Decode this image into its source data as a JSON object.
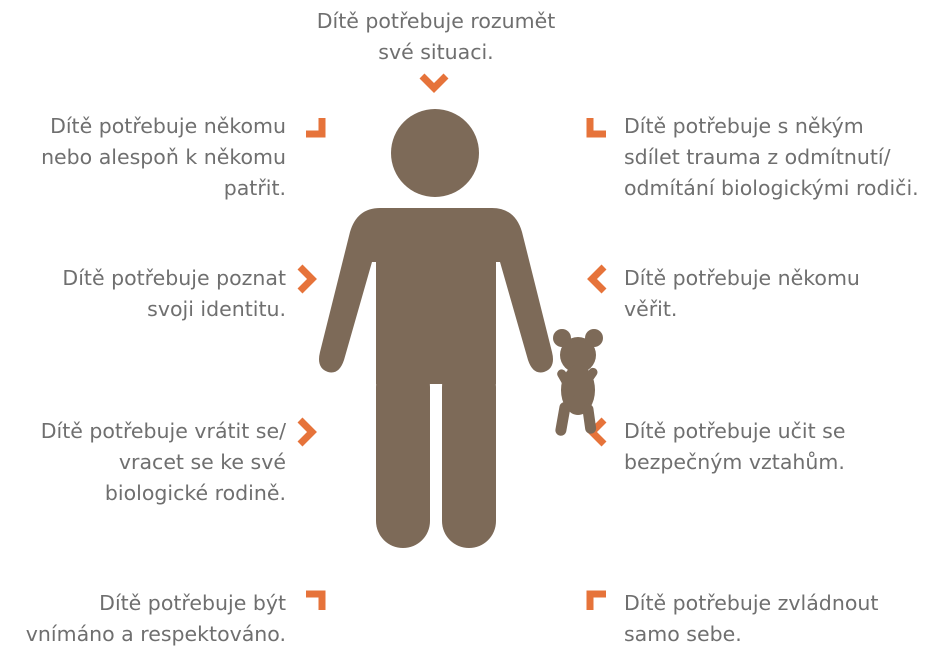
{
  "colors": {
    "text": "#6f6f6f",
    "accent": "#e6733a",
    "figure": "#7d6a58"
  },
  "icons": {
    "figure": "child-figure-icon",
    "teddy": "teddy-bear-icon",
    "marker": "orange-corner-marker-icon"
  },
  "needs": {
    "top": "Dítě potřebuje rozumět\nsvé situaci.",
    "left_1": "Dítě potřebuje někomu\nnebo alespoň k někomu\npatřit.",
    "left_2": "Dítě potřebuje poznat\nsvoji identitu.",
    "left_3": "Dítě potřebuje vrátit se/\nvracet se ke své\nbiologické rodině.",
    "left_4": "Dítě potřebuje být\nvnímáno a respektováno.",
    "right_1": "Dítě potřebuje s někým\nsdílet trauma z odmítnutí/\nodmítání biologickými rodiči.",
    "right_2": "Dítě potřebuje někomu\nvěřit.",
    "right_3": "Dítě potřebuje učit se\nbezpečným vztahům.",
    "right_4": "Dítě potřebuje zvládnout\nsamo sebe."
  }
}
